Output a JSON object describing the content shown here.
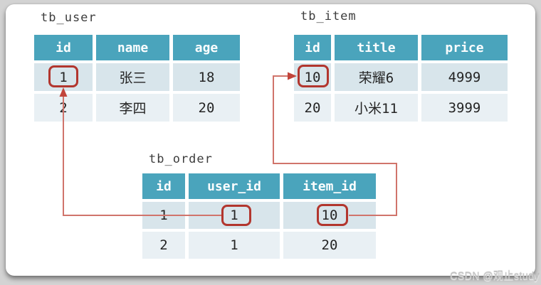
{
  "page": {
    "watermark": "CSDN @观止study"
  },
  "colors": {
    "header_bg": "#4aa4bc",
    "row_odd": "#d8e5eb",
    "row_even": "#e9f0f4",
    "highlight_box": "#b2362e",
    "arrow_line": "#d0746b",
    "arrow_head": "#c2453b",
    "card_bg": "#ffffff",
    "page_bg": "#d3d3d3"
  },
  "tables": {
    "user": {
      "title": "tb_user",
      "headers": [
        "id",
        "name",
        "age"
      ],
      "rows": [
        [
          "1",
          "张三",
          "18"
        ],
        [
          "2",
          "李四",
          "20"
        ]
      ]
    },
    "item": {
      "title": "tb_item",
      "headers": [
        "id",
        "title",
        "price"
      ],
      "rows": [
        [
          "10",
          "荣耀6",
          "4999"
        ],
        [
          "20",
          "小米11",
          "3999"
        ]
      ]
    },
    "order": {
      "title": "tb_order",
      "headers": [
        "id",
        "user_id",
        "item_id"
      ],
      "rows": [
        [
          "1",
          "1",
          "10"
        ],
        [
          "2",
          "1",
          "20"
        ]
      ]
    }
  },
  "relations": [
    {
      "from": "tb_order.user_id = 1",
      "to": "tb_user.id = 1"
    },
    {
      "from": "tb_order.item_id = 10",
      "to": "tb_item.id = 10"
    }
  ]
}
